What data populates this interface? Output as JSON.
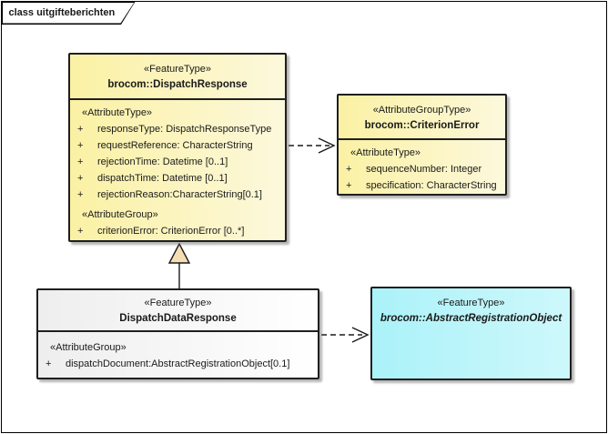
{
  "diagram": {
    "title": "class uitgifteberichten"
  },
  "dispatchResponse": {
    "stereotype": "«FeatureType»",
    "name": "brocom::DispatchResponse",
    "attrTypeLabel": "«AttributeType»",
    "attrGroupLabel": "«AttributeGroup»",
    "attributes": [
      {
        "vis": "+",
        "text": "responseType: DispatchResponseType"
      },
      {
        "vis": "+",
        "text": "requestReference: CharacterString"
      },
      {
        "vis": "+",
        "text": "rejectionTime: Datetime [0..1]"
      },
      {
        "vis": "+",
        "text": "dispatchTime: Datetime [0..1]"
      },
      {
        "vis": "+",
        "text": "rejectionReason:CharacterString[0.1]"
      }
    ],
    "groupAttributes": [
      {
        "vis": "+",
        "text": "criterionError: CriterionError [0..*]"
      }
    ]
  },
  "criterionError": {
    "stereotype": "«AttributeGroupType»",
    "name": "brocom::CriterionError",
    "attrTypeLabel": "«AttributeType»",
    "attributes": [
      {
        "vis": "+",
        "text": "sequenceNumber: Integer"
      },
      {
        "vis": "+",
        "text": "specification: CharacterString"
      }
    ]
  },
  "dispatchDataResponse": {
    "stereotype": "«FeatureType»",
    "name": "DispatchDataResponse",
    "attrGroupLabel": "«AttributeGroup»",
    "attributes": [
      {
        "vis": "+",
        "text": "dispatchDocument:AbstractRegistrationObject[0.1]"
      }
    ]
  },
  "abstractRegistrationObject": {
    "stereotype": "«FeatureType»",
    "name": "brocom::AbstractRegistrationObject"
  },
  "connectors": {
    "generalization": "DispatchDataResponse-to-DispatchResponse",
    "dependency1": "DispatchResponse-to-CriterionError",
    "dependency2": "DispatchDataResponse-to-AbstractRegistrationObject"
  },
  "colors": {
    "featureFillLeft": "#fbf1a4",
    "featureFillRight": "#fcf8dc",
    "neutralFillLeft": "#eeeeee",
    "neutralFillRight": "#ffffff",
    "abstractFillLeft": "#abf2f9",
    "abstractFillRight": "#cdf8fb",
    "border": "#1f1f1f",
    "triangleFill": "#f5deb3"
  }
}
